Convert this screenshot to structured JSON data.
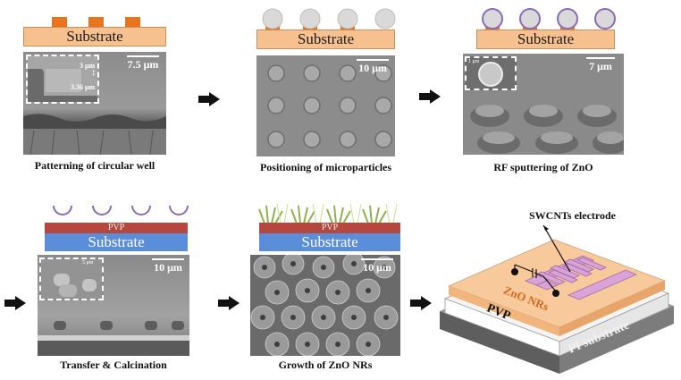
{
  "steps": [
    {
      "caption": "Patterning of circular well",
      "substrate": "Substrate",
      "scale": "7.5 μm",
      "inset": {
        "depth": "3 μm",
        "width": "3.36 μm"
      }
    },
    {
      "caption": "Positioning of microparticles",
      "substrate": "Substrate",
      "scale": "10 μm"
    },
    {
      "caption": "RF sputtering of ZnO",
      "substrate": "Substrate",
      "scale": "7 μm",
      "inset_scale": "1 μm"
    },
    {
      "caption": "Transfer & Calcination",
      "substrate": "Substrate",
      "layer": "PVP",
      "scale": "10 μm",
      "inset_scale": "5 μm"
    },
    {
      "caption": "Growth of ZnO NRs",
      "substrate": "Substrate",
      "layer": "PVP",
      "scale": "10 μm"
    },
    {
      "device": {
        "electrode_label": "SWCNTs  electrode",
        "nr_label": "ZnO NRs",
        "pvp_label": "PVP",
        "pi_label": "PI substrate"
      }
    }
  ],
  "colors": {
    "substrate_orange": "#f7c08f",
    "well_orange": "#e8741f",
    "pvp_red": "#b5473f",
    "substrate_blue": "#5b8ed8",
    "electrode_purple": "#d9a3d9",
    "particle_outline": "#8a6bb8"
  },
  "icons": [
    "right-arrow-icon"
  ]
}
